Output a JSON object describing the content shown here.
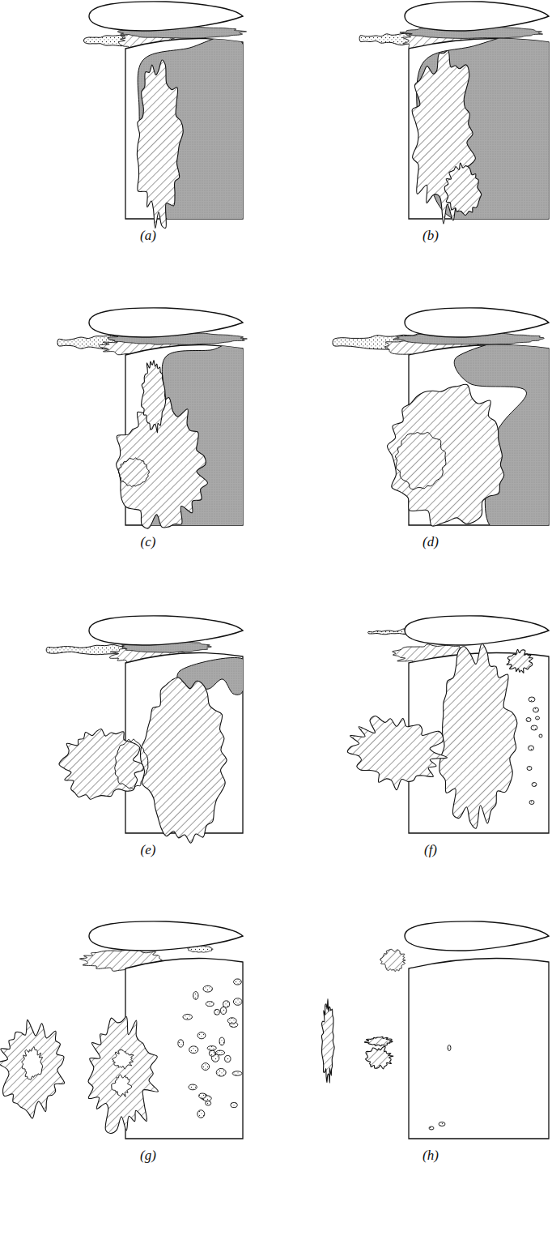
{
  "diagram": {
    "labels": [
      "(a)",
      "(b)",
      "(c)",
      "(d)",
      "(e)",
      "(f)",
      "(g)",
      "(h)"
    ]
  }
}
